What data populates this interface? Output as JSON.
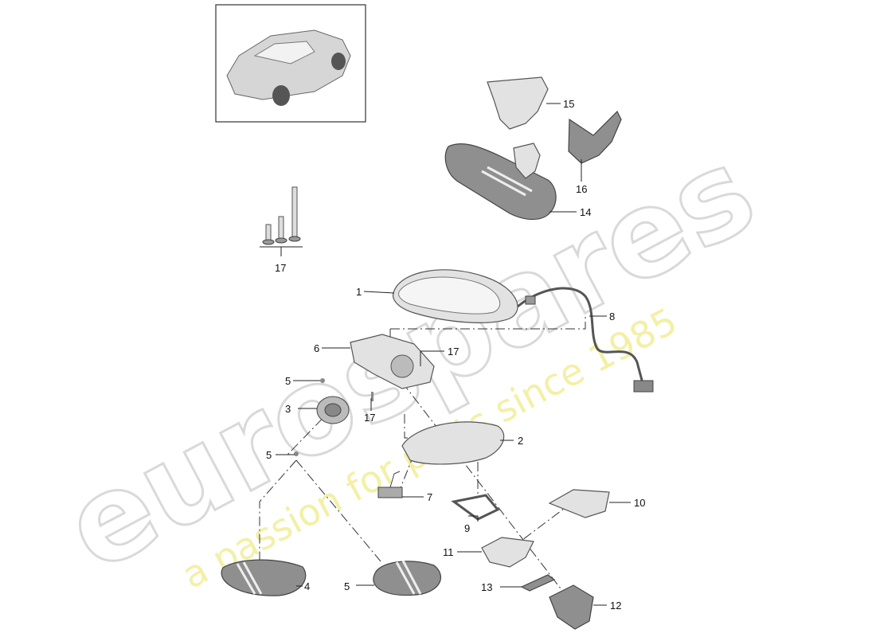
{
  "watermark": {
    "brand": "eurospares",
    "tagline": "a passion for parts since 1985"
  },
  "thumbnail": {
    "icon": "car-icon"
  },
  "callouts": {
    "c1": "1",
    "c2": "2",
    "c3": "3",
    "c4": "4",
    "c5a": "5",
    "c5b": "5",
    "c5c": "5",
    "c6": "6",
    "c7": "7",
    "c8": "8",
    "c9": "9",
    "c10": "10",
    "c11": "11",
    "c12": "12",
    "c13": "13",
    "c14": "14",
    "c15": "15",
    "c16": "16",
    "c17a": "17",
    "c17b": "17",
    "c17c": "17"
  }
}
